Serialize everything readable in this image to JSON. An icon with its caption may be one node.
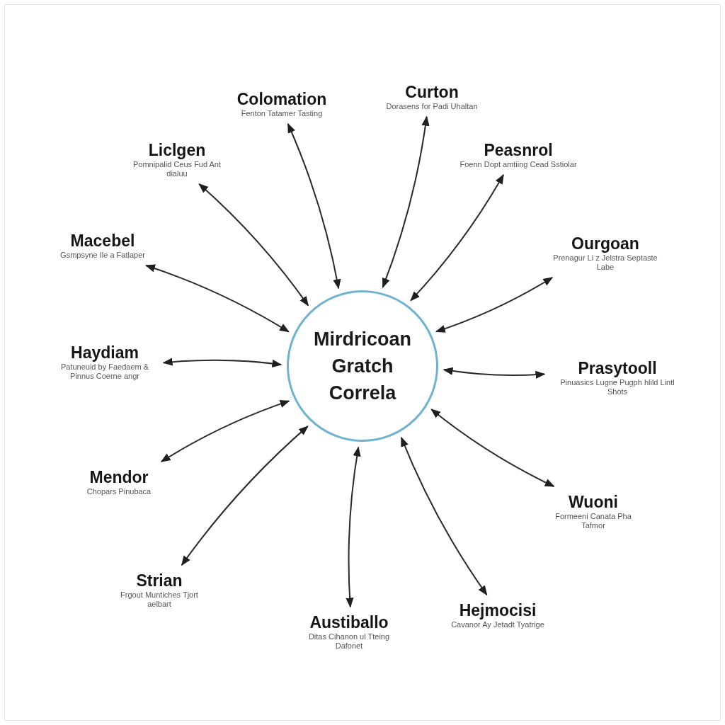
{
  "diagram": {
    "nodes": [
      {
        "text": [
          "Mirdricoan Gratch Correla"
        ]
      },
      {
        "text": [
          "Colomation",
          "Fenton Tatamer Tasting"
        ]
      },
      {
        "text": [
          "Curton",
          "Dorasens for Padi Uhaltan"
        ]
      },
      {
        "text": [
          "Liclgen",
          "Pomnipalid Ceus Fud Ant dialuu"
        ]
      },
      {
        "text": [
          "Peasnrol",
          "Foenn Dopt amtiing Cead Sstiolar"
        ]
      },
      {
        "text": [
          "Macebel",
          "Gsmpsyne Ile a Fatlaper"
        ]
      },
      {
        "text": [
          "Ourgoan",
          "Prenagur Li z Jelstra Septaste Labe"
        ]
      },
      {
        "text": [
          "Haydiam",
          "Patuneuid by Faedaem & Pinnus Coerne angr"
        ]
      },
      {
        "text": [
          "Prasytooll",
          "Pinuasics Lugne Pugph hlild Lintl Shots"
        ]
      },
      {
        "text": [
          "Mendor",
          "Chopars Pinubaca"
        ]
      },
      {
        "text": [
          "Wuoni",
          "Formeeni Canata Pha Tafmor"
        ]
      },
      {
        "text": [
          "Strian",
          "Frgout Muntiches Tjort aelbart"
        ]
      },
      {
        "text": [
          "Austiballo",
          "Ditas Cihanon ul Tteing Dafonet"
        ]
      },
      {
        "text": [
          "Hejmocisi",
          "Cavanor Ay Jetadt Tyatrige"
        ]
      }
    ],
    "edges": [
      {
        "from": 0,
        "to": 1,
        "arrow": "both"
      },
      {
        "from": 0,
        "to": 2,
        "arrow": "both"
      },
      {
        "from": 0,
        "to": 3,
        "arrow": "both"
      },
      {
        "from": 0,
        "to": 4,
        "arrow": "both"
      },
      {
        "from": 0,
        "to": 5,
        "arrow": "both"
      },
      {
        "from": 0,
        "to": 6,
        "arrow": "both"
      },
      {
        "from": 0,
        "to": 7,
        "arrow": "both"
      },
      {
        "from": 0,
        "to": 8,
        "arrow": "both"
      },
      {
        "from": 0,
        "to": 9,
        "arrow": "both"
      },
      {
        "from": 0,
        "to": 10,
        "arrow": "both"
      },
      {
        "from": 0,
        "to": 11,
        "arrow": "both"
      },
      {
        "from": 0,
        "to": 12,
        "arrow": "both"
      },
      {
        "from": 0,
        "to": 13,
        "arrow": "both"
      }
    ]
  }
}
